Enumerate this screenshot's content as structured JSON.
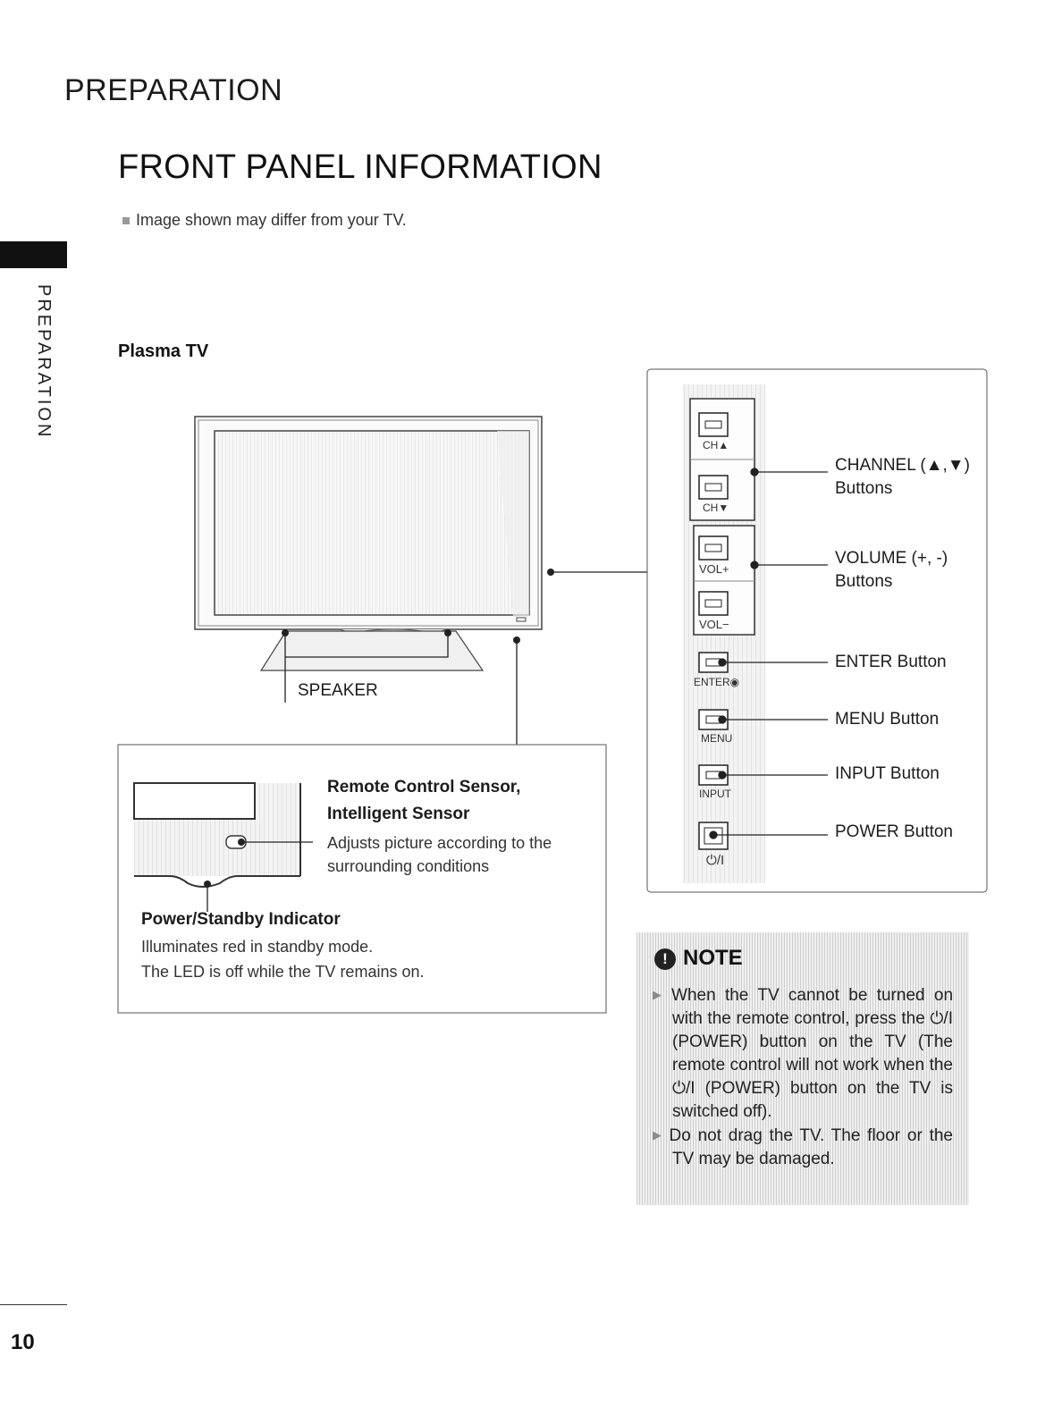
{
  "header": {
    "section": "PREPARATION",
    "page_title": "FRONT PANEL INFORMATION",
    "disclaimer": "Image shown may differ from your TV."
  },
  "side_tab": {
    "label": "PREPARATION"
  },
  "tv": {
    "model_label": "Plasma TV",
    "speaker_label": "SPEAKER"
  },
  "sensor_box": {
    "sensor_title_1": "Remote Control Sensor,",
    "sensor_title_2": "Intelligent Sensor",
    "sensor_desc_1": "Adjusts picture according to the",
    "sensor_desc_2": "surrounding conditions",
    "indicator_title": "Power/Standby Indicator",
    "indicator_desc_1": "Illuminates red in standby mode.",
    "indicator_desc_2": "The LED is off while the TV remains on."
  },
  "panel": {
    "key_labels": {
      "ch_up": "CH▲",
      "ch_down": "CH▼",
      "vol_up": "VOL+",
      "vol_down": "VOL−",
      "enter": "ENTER◉",
      "menu": "MENU",
      "input": "INPUT",
      "power": "⏻/I"
    },
    "callouts": {
      "channel_1": "CHANNEL (▲,▼)",
      "channel_2": "Buttons",
      "volume_1": "VOLUME (+, -)",
      "volume_2": "Buttons",
      "enter": "ENTER Button",
      "menu": "MENU Button",
      "input": "INPUT Button",
      "power": "POWER Button"
    }
  },
  "note": {
    "heading": "NOTE",
    "items": [
      "When the TV cannot be turned on with the remote control, press the ⏻/I (POWER) button on the TV (The remote control will not work when the ⏻/I (POWER) button on the TV is switched off).",
      "Do not drag the TV. The floor or the TV may be damaged."
    ]
  },
  "footer": {
    "page_number": "10"
  }
}
